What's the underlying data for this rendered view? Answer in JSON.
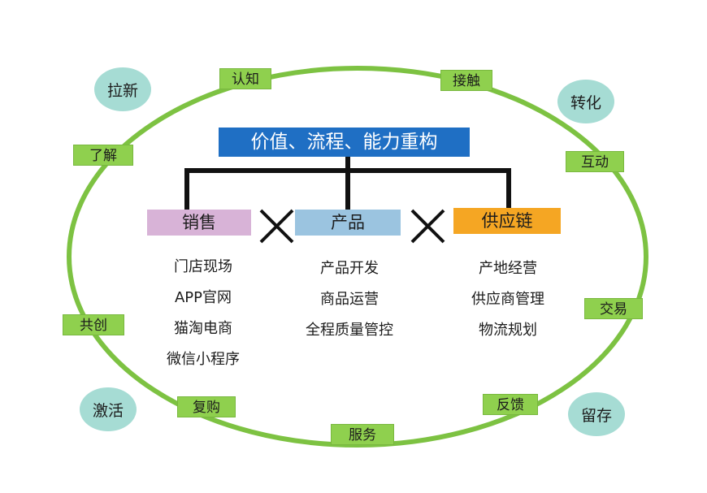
{
  "title": "价值、流程、能力重构",
  "colors": {
    "ring": "#7dc242",
    "tag_bg": "#8fd04e",
    "bubble_bg": "#a6dcd4",
    "title_bg": "#1f6fc4",
    "sales_bg": "#d8b3d7",
    "product_bg": "#9bc4e0",
    "supply_bg": "#f5a623",
    "connector": "#111111"
  },
  "ring_tags": [
    "认知",
    "接触",
    "互动",
    "交易",
    "反馈",
    "服务",
    "复购",
    "共创",
    "了解"
  ],
  "bubbles": [
    "拉新",
    "转化",
    "留存",
    "激活"
  ],
  "categories": [
    {
      "name": "销售",
      "items": [
        "门店现场",
        "APP官网",
        "猫淘电商",
        "微信小程序"
      ]
    },
    {
      "name": "产品",
      "items": [
        "产品开发",
        "商品运营",
        "全程质量管控"
      ]
    },
    {
      "name": "供应链",
      "items": [
        "产地经营",
        "供应商管理",
        "物流规划"
      ]
    }
  ],
  "cross_icon": "cross-icon"
}
